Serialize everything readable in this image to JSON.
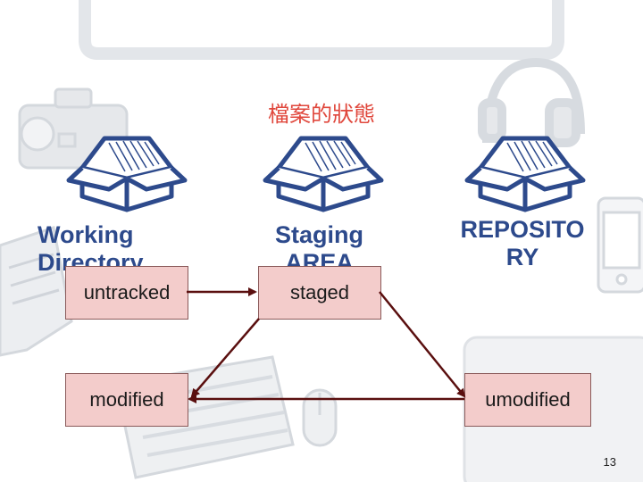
{
  "slide": {
    "title": "檔案的狀態",
    "page_number": "13"
  },
  "columns": {
    "working": "Working Directory",
    "staging": "Staging AREA",
    "repository": "REPOSITO RY"
  },
  "states": {
    "untracked": "untracked",
    "staged": "staged",
    "modified": "modified",
    "unmodified": "umodified"
  },
  "colors": {
    "title": "#e0473c",
    "column_label": "#2d4a8c",
    "state_box_fill": "#f3cccb",
    "arrow": "#5a0f0f",
    "background_sketch": "#e6e8eb"
  },
  "icons": [
    "box-icon",
    "monitor-icon",
    "camera-icon",
    "headphones-icon",
    "phone-icon",
    "notebook-icon",
    "keyboard-icon",
    "mouse-icon"
  ]
}
